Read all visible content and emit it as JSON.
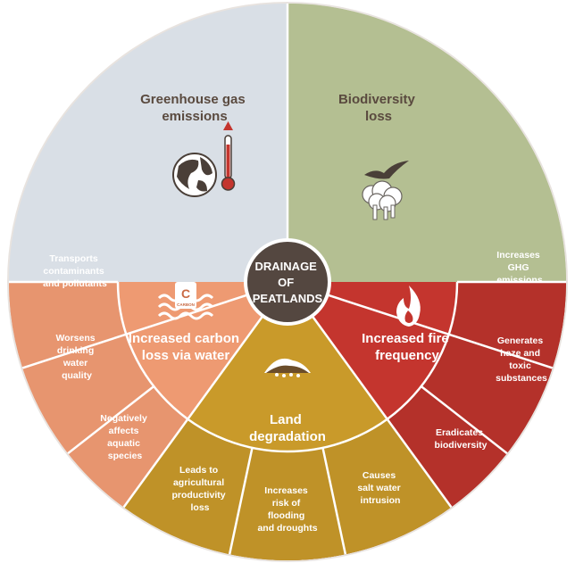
{
  "center": {
    "lines": [
      "DRAINAGE",
      "OF",
      "PEATLANDS"
    ]
  },
  "segments": {
    "greenhouse": {
      "title": [
        "Greenhouse gas",
        "emissions"
      ],
      "icon": "globe-thermometer-icon",
      "color": "#d9dfe6"
    },
    "biodiversity": {
      "title": [
        "Biodiversity",
        "loss"
      ],
      "icon": "bird-dead-trees-icon",
      "color": "#b4bf92"
    },
    "fire": {
      "title": [
        "Increased fire",
        "frequency"
      ],
      "icon": "fire-icon",
      "color": "#c4352e",
      "effects": [
        [
          "Increases",
          "GHG",
          "emissions"
        ],
        [
          "Generates",
          "haze and",
          "toxic",
          "substances"
        ],
        [
          "Eradicates",
          "biodiversity"
        ]
      ]
    },
    "land": {
      "title": [
        "Land",
        "degradation"
      ],
      "icon": "soil-pile-icon",
      "color": "#c99a2a",
      "effects": [
        [
          "Causes",
          "salt water",
          "intrusion"
        ],
        [
          "Increases",
          "risk of",
          "flooding",
          "and droughts"
        ],
        [
          "Leads to",
          "agricultural",
          "productivity",
          "loss"
        ]
      ]
    },
    "water": {
      "title": [
        "Increased carbon",
        "loss via water"
      ],
      "icon": "carbon-water-icon",
      "icon_letter": "C",
      "icon_caption": "CARBON",
      "color": "#ee9a72",
      "effects": [
        [
          "Negatively",
          "affects",
          "aquatic",
          "species"
        ],
        [
          "Worsens",
          "drinking",
          "water",
          "quality"
        ],
        [
          "Transports",
          "contaminants",
          "and pollutants"
        ]
      ]
    }
  }
}
